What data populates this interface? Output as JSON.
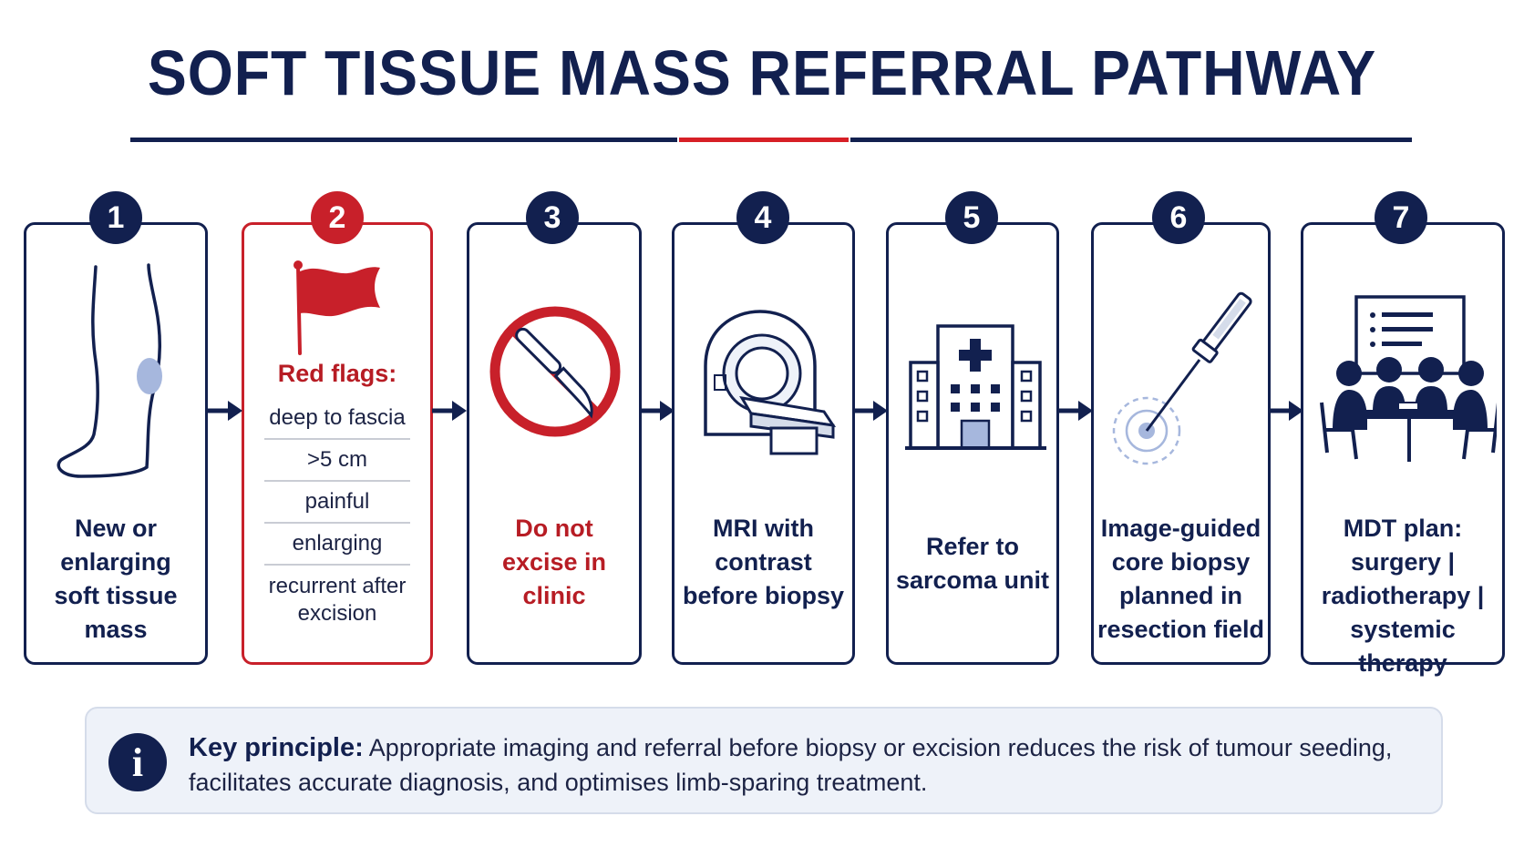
{
  "title": "SOFT TISSUE MASS REFERRAL PATHWAY",
  "colors": {
    "navy": "#12204f",
    "red": "#c8202a",
    "panel": "#eef2f9"
  },
  "steps": [
    {
      "number": "1",
      "icon": "leg-mass-icon",
      "lines": [
        "New or",
        "enlarging",
        "soft tissue mass"
      ]
    },
    {
      "number": "2",
      "icon": "red-flag-icon",
      "heading": "Red flags:",
      "flags": [
        "deep to fascia",
        ">5 cm",
        "painful",
        "enlarging",
        "recurrent after excision"
      ]
    },
    {
      "number": "3",
      "icon": "no-scalpel-icon",
      "lines": [
        "Do not",
        "excise in",
        "clinic"
      ]
    },
    {
      "number": "4",
      "icon": "mri-scanner-icon",
      "lines": [
        "MRI with",
        "contrast",
        "before biopsy"
      ]
    },
    {
      "number": "5",
      "icon": "hospital-icon",
      "lines": [
        "Refer to",
        "sarcoma unit"
      ]
    },
    {
      "number": "6",
      "icon": "biopsy-needle-icon",
      "lines": [
        "Image-guided",
        "core biopsy",
        "planned in",
        "resection field"
      ]
    },
    {
      "number": "7",
      "icon": "mdt-meeting-icon",
      "lines": [
        "MDT plan:",
        "surgery |",
        "radiotherapy |",
        "systemic therapy"
      ]
    }
  ],
  "key_principle": {
    "label": "Key principle:",
    "text": "Appropriate imaging and referral before biopsy or excision reduces the risk of tumour seeding, facilitates accurate diagnosis, and optimises limb-sparing treatment."
  }
}
